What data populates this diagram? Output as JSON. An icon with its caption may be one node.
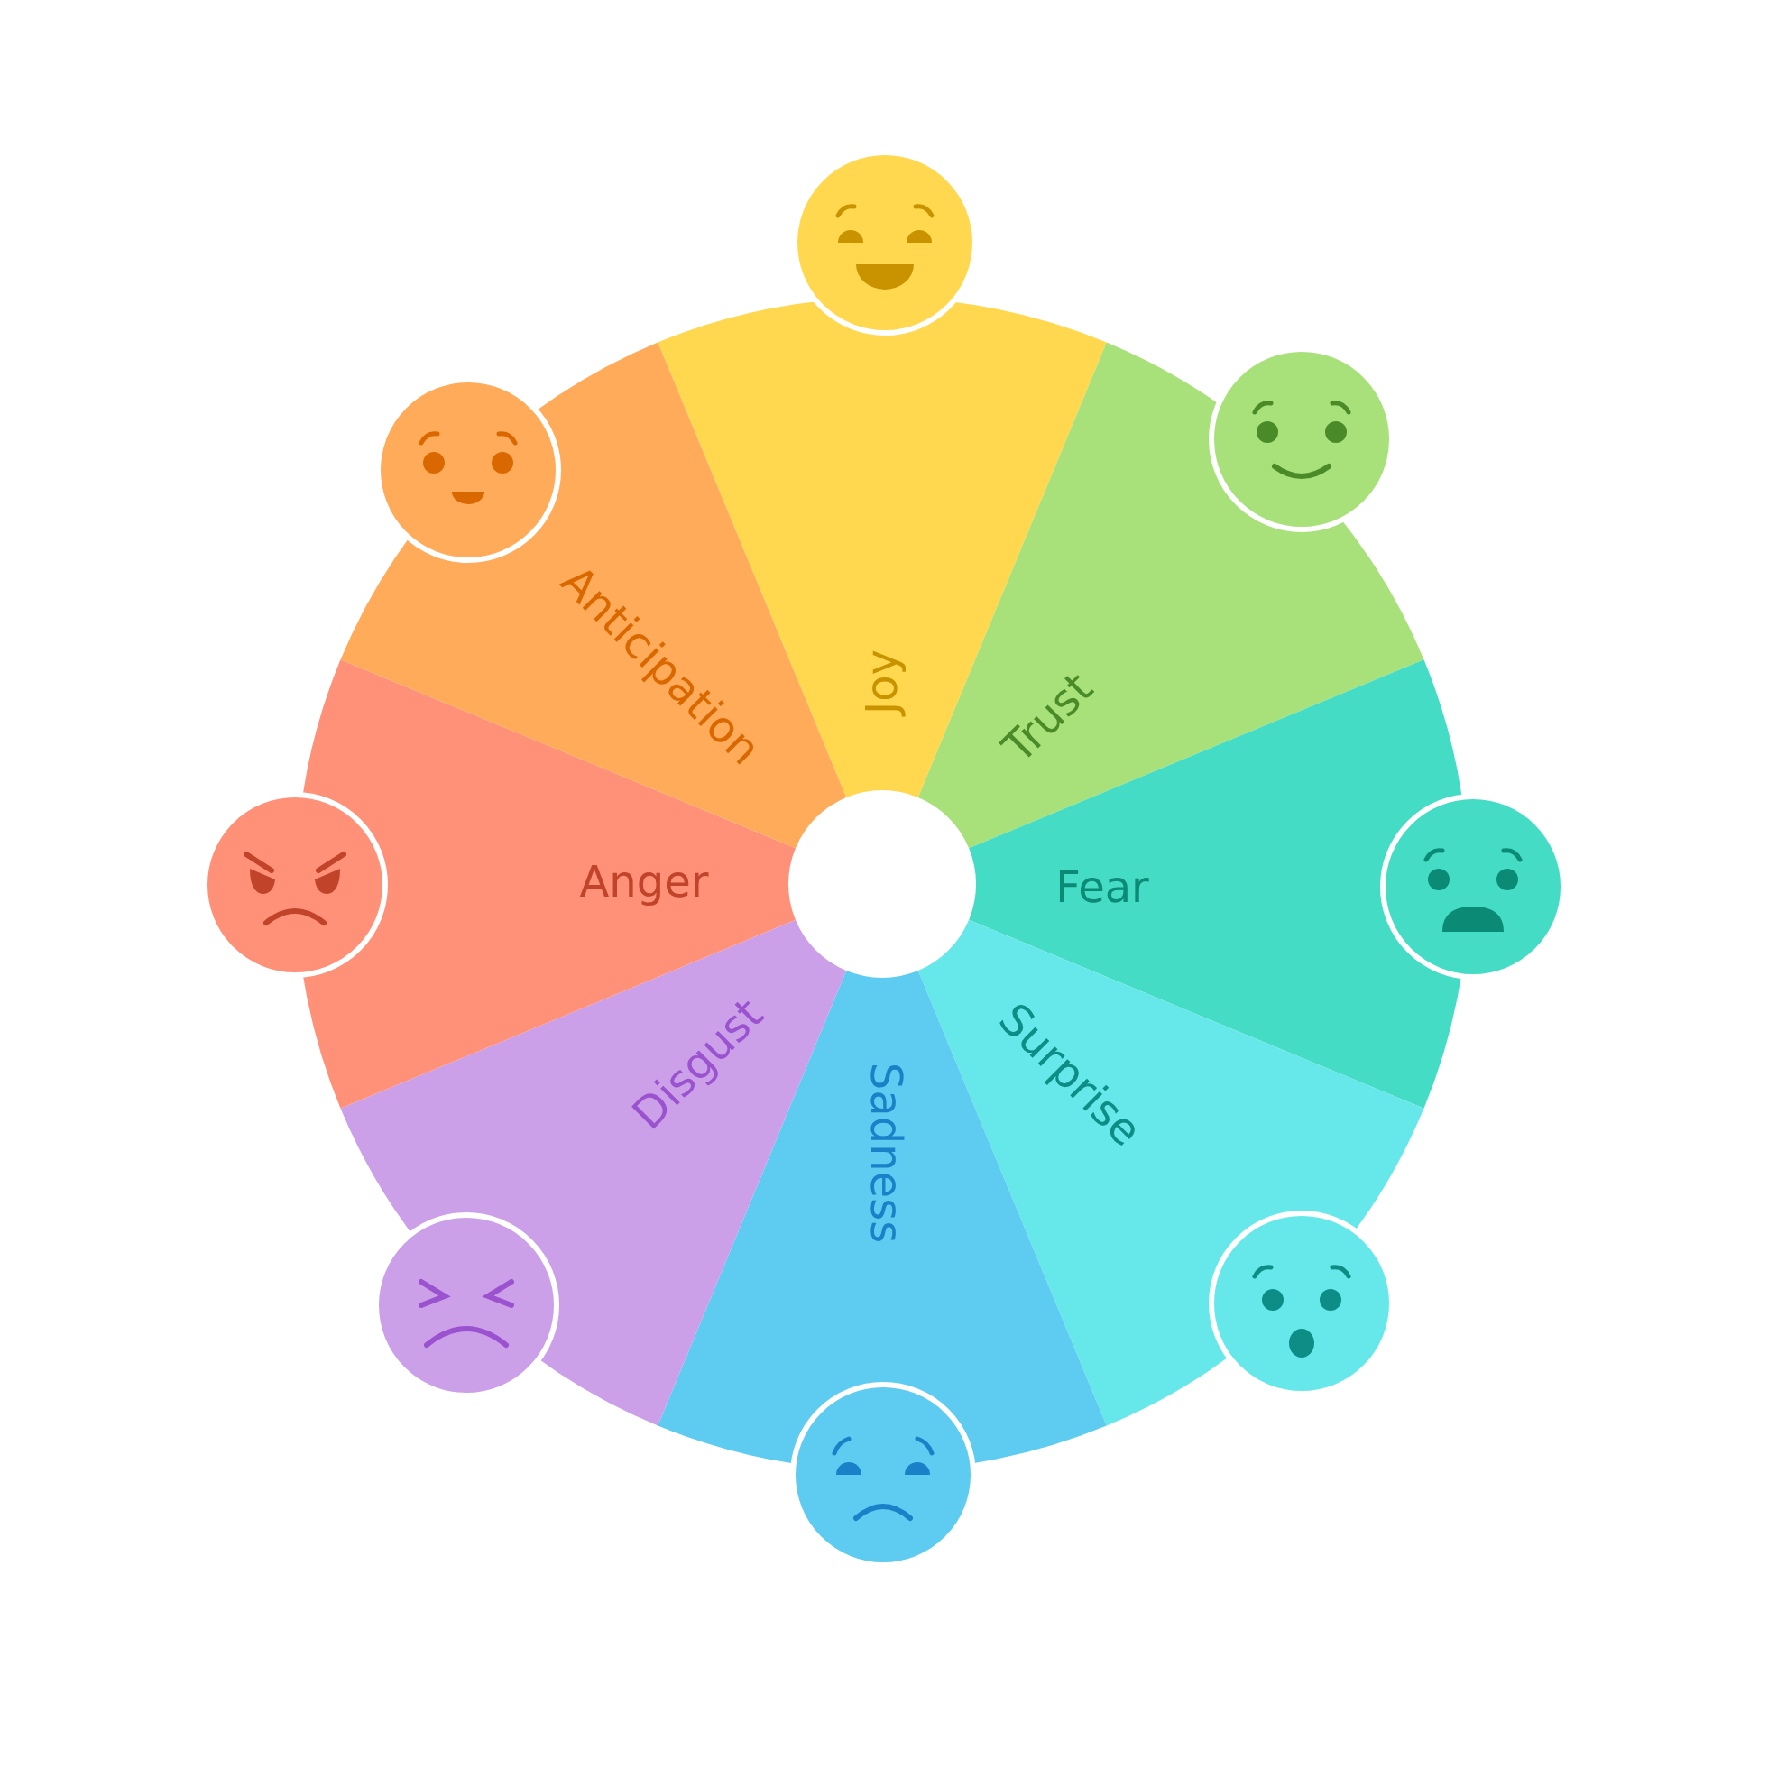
{
  "diagram": {
    "nodes": [
      {
        "text": [
          "Joy"
        ]
      },
      {
        "text": [
          "Trust"
        ]
      },
      {
        "text": [
          "Fear"
        ]
      },
      {
        "text": [
          "Surprise"
        ]
      },
      {
        "text": [
          "Sadness"
        ]
      },
      {
        "text": [
          "Disgust"
        ]
      },
      {
        "text": [
          "Anger"
        ]
      },
      {
        "text": [
          "Anticipation"
        ]
      }
    ]
  }
}
